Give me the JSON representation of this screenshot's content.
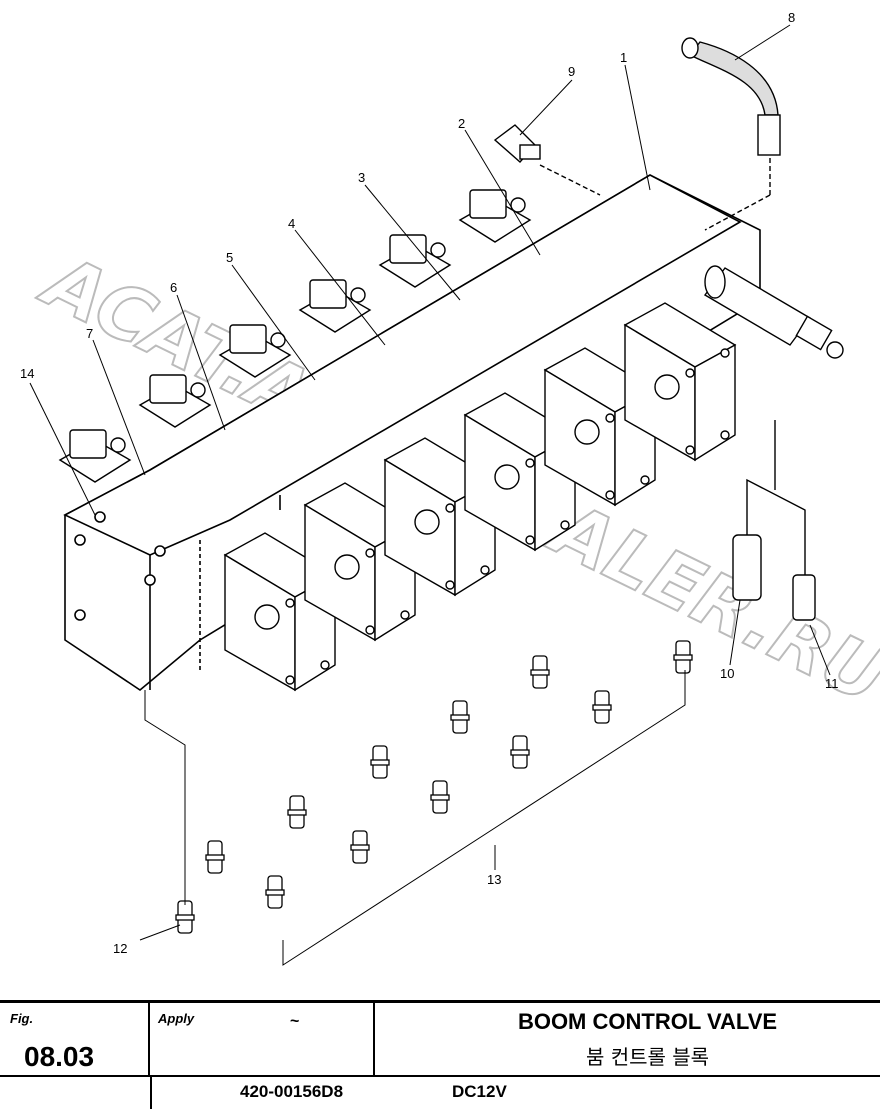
{
  "diagram": {
    "watermark": "ACAT.AUTODEALER.RU",
    "callouts": [
      "1",
      "2",
      "3",
      "4",
      "5",
      "6",
      "7",
      "8",
      "9",
      "10",
      "11",
      "12",
      "13",
      "14"
    ]
  },
  "title_block": {
    "fig_label": "Fig.",
    "fig_number": "08.03",
    "apply_label": "Apply",
    "apply_value": "~",
    "title": "BOOM CONTROL VALVE",
    "title_korean": "붐 컨트롤 블록",
    "part_number": "420-00156D8",
    "model": "DC12V"
  }
}
